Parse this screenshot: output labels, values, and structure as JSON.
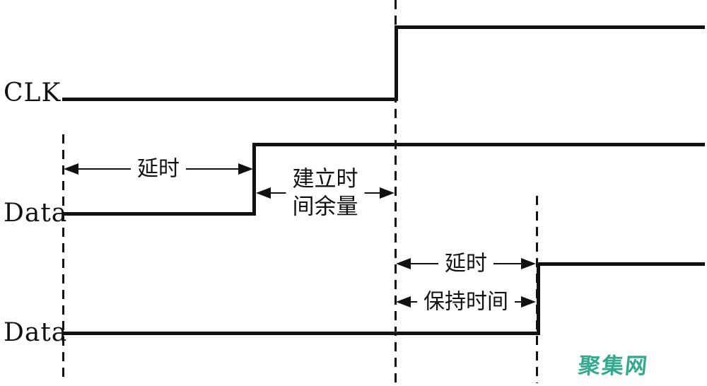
{
  "diagram_type": "clock-data-timing-diagram",
  "signals": {
    "clk": {
      "label": "CLK"
    },
    "data1": {
      "label": "Data"
    },
    "data2": {
      "label": "Data"
    }
  },
  "annotations": {
    "delay1": "延时",
    "setup_margin_line1": "建立时",
    "setup_margin_line2": "间余量",
    "delay2": "延时",
    "hold": "保持时间"
  },
  "watermark": {
    "text": "聚集网",
    "color": "#35a98e"
  },
  "colors": {
    "line": "#111111",
    "background": "#ffffff"
  }
}
